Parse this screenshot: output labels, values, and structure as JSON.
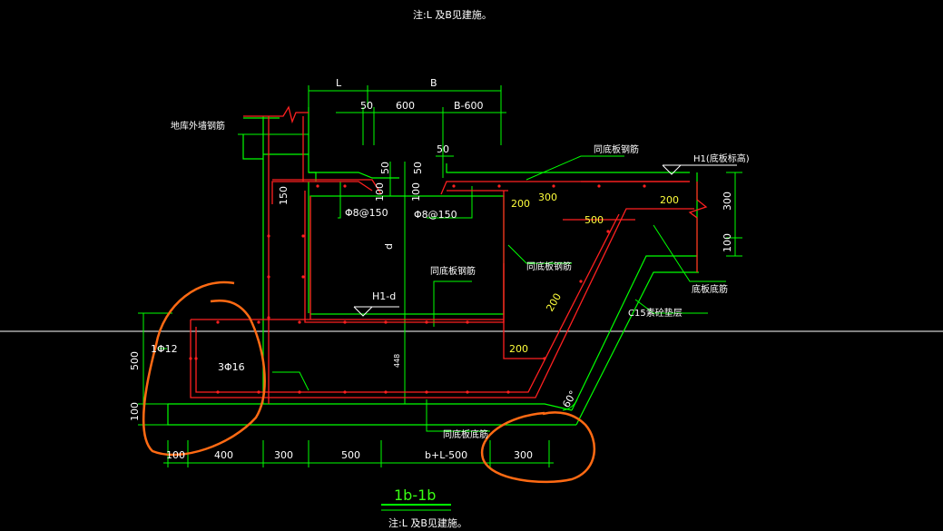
{
  "colors": {
    "background": "#000000",
    "dimension": "#00ff00",
    "rebar": "#ff2020",
    "outline": "#00ff00",
    "text": "#ffffff",
    "dim_text_yellow": "#ffff3c",
    "annotation": "#ff6a13",
    "crosshair": "#ffffff"
  },
  "notes": {
    "top": "注:L 及B见建施。",
    "bottom": "注:L 及B见建施。"
  },
  "section": {
    "title": "1b-1b"
  },
  "dims": {
    "L": "L",
    "B": "B",
    "d50_a": "50",
    "d600": "600",
    "dB600": "B-600",
    "d50_b": "50",
    "d50_c": "50",
    "d50_d": "50",
    "d150": "150",
    "d100_a": "100",
    "d100_b": "100",
    "d_depth": "d",
    "d300_r": "300",
    "d100_r": "100",
    "d500_l": "500",
    "d100_l": "100",
    "b100": "100",
    "b400": "400",
    "b300": "300",
    "b500": "500",
    "bbL500": "b+L-500",
    "b300r": "300",
    "y200_a": "200",
    "y300": "300",
    "y200_b": "200",
    "y500": "500",
    "y200_c": "200",
    "y200_d": "200",
    "mid_448": "448",
    "angle": "60°"
  },
  "labels": {
    "outer_wall_rebar": "地库外墙钢筋",
    "same_slab_rebar_top": "同底板钢筋",
    "h1_level": "H1(底板标高)",
    "rebar_8_150_a": "Φ8@150",
    "rebar_8_150_b": "Φ8@150",
    "same_slab_rebar_mid": "同底板钢筋",
    "same_slab_rebar_right": "同底板钢筋",
    "h1_d": "H1-d",
    "slab_bottom_rebar": "底板底筋",
    "c15_cushion": "C15素砼垫层",
    "rebar_1_12": "1Φ12",
    "rebar_3_16": "3Φ16",
    "same_slab_bottom_rebar": "同底板底筋"
  }
}
